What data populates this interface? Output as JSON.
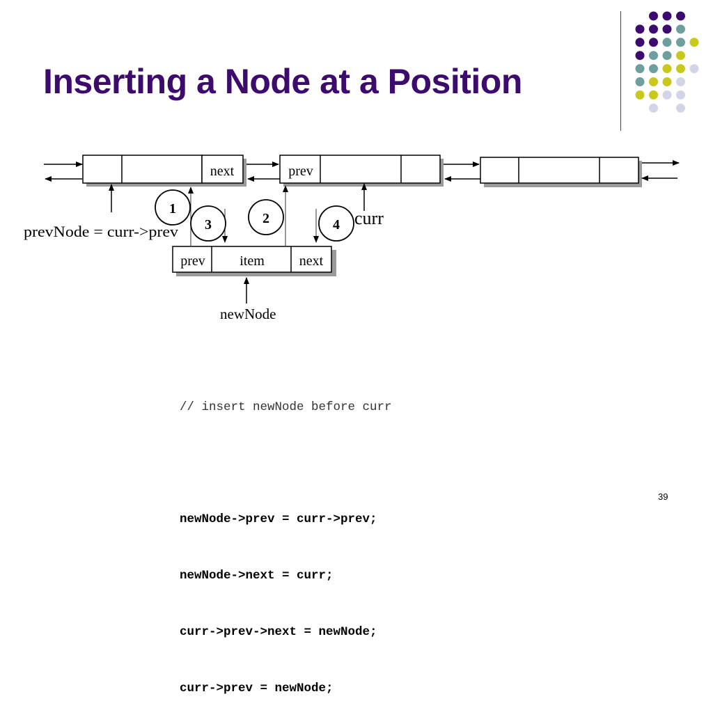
{
  "slide": {
    "title": "Inserting a Node at a Position",
    "page_number": "39"
  },
  "diagram": {
    "node1": {
      "next_label": "next"
    },
    "node2": {
      "prev_label": "prev"
    },
    "new_node": {
      "prev_label": "prev",
      "item_label": "item",
      "next_label": "next"
    },
    "labels": {
      "prev_node": "prevNode = curr->prev",
      "curr": "curr",
      "new_node": "newNode"
    },
    "steps": [
      "1",
      "2",
      "3",
      "4"
    ]
  },
  "code": {
    "comment": "// insert newNode before curr",
    "lines": [
      "newNode->prev = curr->prev;",
      "newNode->next = curr;",
      "curr->prev->next = newNode;",
      "curr->prev = newNode;"
    ]
  },
  "decor": {
    "dot_colors": {
      "purple": "#3d0a6e",
      "teal": "#6e9e9e",
      "yellow": "#c8c81e",
      "lavender": "#d4d4e8"
    }
  }
}
